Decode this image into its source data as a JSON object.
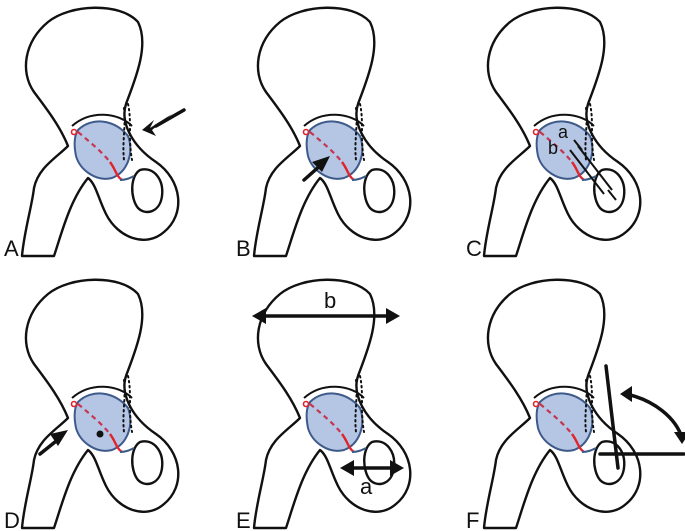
{
  "panels": [
    {
      "id": "A",
      "label": "A"
    },
    {
      "id": "B",
      "label": "B"
    },
    {
      "id": "C",
      "label": "C",
      "annotations": [
        "a",
        "b"
      ]
    },
    {
      "id": "D",
      "label": "D"
    },
    {
      "id": "E",
      "label": "E",
      "annotations": [
        "a",
        "b"
      ]
    },
    {
      "id": "F",
      "label": "F"
    }
  ],
  "colors": {
    "outline": "#111111",
    "femoral_head_fill": "#b4c6e4",
    "posterior_wall": "#3d5a8a",
    "anterior_wall": "#e3232b"
  }
}
